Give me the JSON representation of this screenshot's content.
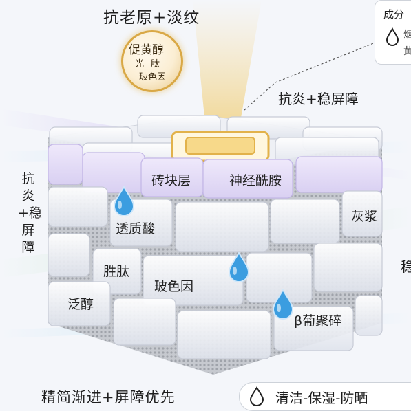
{
  "title": "抗老原+淡纹",
  "legend": {
    "title": "成分",
    "line1": "烟",
    "line2": "黄"
  },
  "left_vertical": "抗炎+稳屏障",
  "callout": "抗炎+稳屏障",
  "badge": {
    "line1": "促黄醇",
    "line2": "光肽",
    "line3": "玻色因"
  },
  "blocks": {
    "brick": "砖块层",
    "niacinamide": "神经酰胺",
    "mortar": "灰浆",
    "hyaluronic": "透质酸",
    "peptide": "胜肽",
    "boseine": "玻色因",
    "panthenol": "泛醇",
    "glucan": "β葡聚碎"
  },
  "edge_right": "稳",
  "footer": {
    "title": "精简渐进+屏障优先",
    "pill": "清洁-保湿-防晒"
  },
  "colors": {
    "gold": "#d9a845",
    "lavender": "#b9a6e6",
    "drop": "#3b9de0"
  }
}
